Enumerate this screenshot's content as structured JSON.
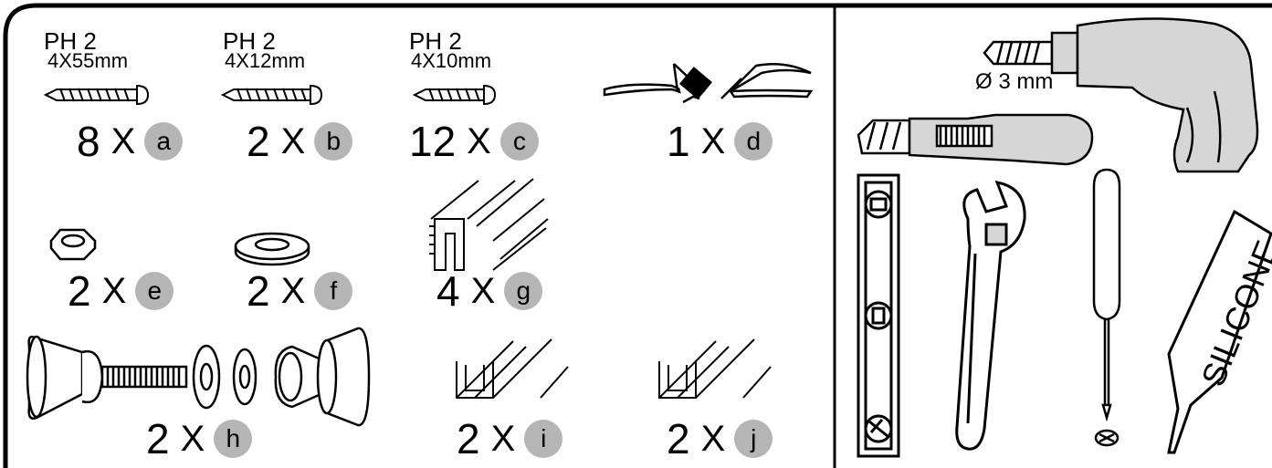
{
  "screws": [
    {
      "head": "PH 2",
      "size": "4X55mm"
    },
    {
      "head": "PH 2",
      "size": "4X12mm"
    },
    {
      "head": "PH 2",
      "size": "4X10mm"
    }
  ],
  "parts": [
    {
      "qty": "8",
      "x": "X",
      "letter": "a"
    },
    {
      "qty": "2",
      "x": "X",
      "letter": "b"
    },
    {
      "qty": "12",
      "x": "X",
      "letter": "c"
    },
    {
      "qty": "1",
      "x": "X",
      "letter": "d"
    },
    {
      "qty": "2",
      "x": "X",
      "letter": "e"
    },
    {
      "qty": "2",
      "x": "X",
      "letter": "f"
    },
    {
      "qty": "4",
      "x": "X",
      "letter": "g"
    },
    {
      "qty": "2",
      "x": "X",
      "letter": "h"
    },
    {
      "qty": "2",
      "x": "X",
      "letter": "i"
    },
    {
      "qty": "2",
      "x": "X",
      "letter": "j"
    }
  ],
  "tools": {
    "drill_bit": "Ø 3 mm",
    "silicone": "SILICONE"
  },
  "colors": {
    "badge": "#b5b5b5",
    "tool_fill": "#d6d6d6",
    "stroke": "#000000"
  }
}
